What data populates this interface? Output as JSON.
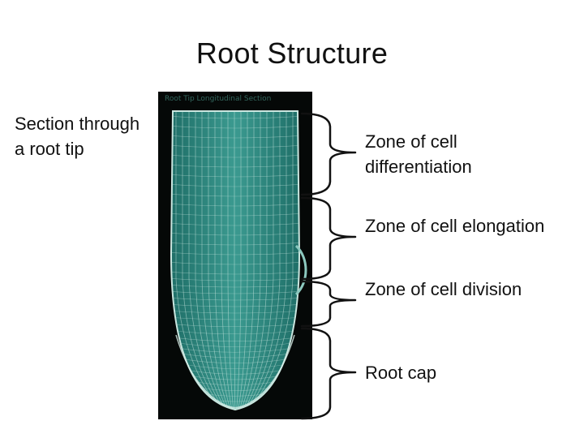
{
  "title": "Root Structure",
  "caption": "Section through a root tip",
  "micrograph_caption": "Root Tip Longitudinal Section",
  "zones": [
    {
      "label": "Zone of cell differentiation"
    },
    {
      "label": "Zone of cell elongation"
    },
    {
      "label": "Zone of cell division"
    },
    {
      "label": "Root cap"
    }
  ],
  "colors": {
    "tissue": "#2f8f87",
    "tissue_light": "#c9e6df",
    "background": "#050807",
    "bracket": "#111111"
  }
}
